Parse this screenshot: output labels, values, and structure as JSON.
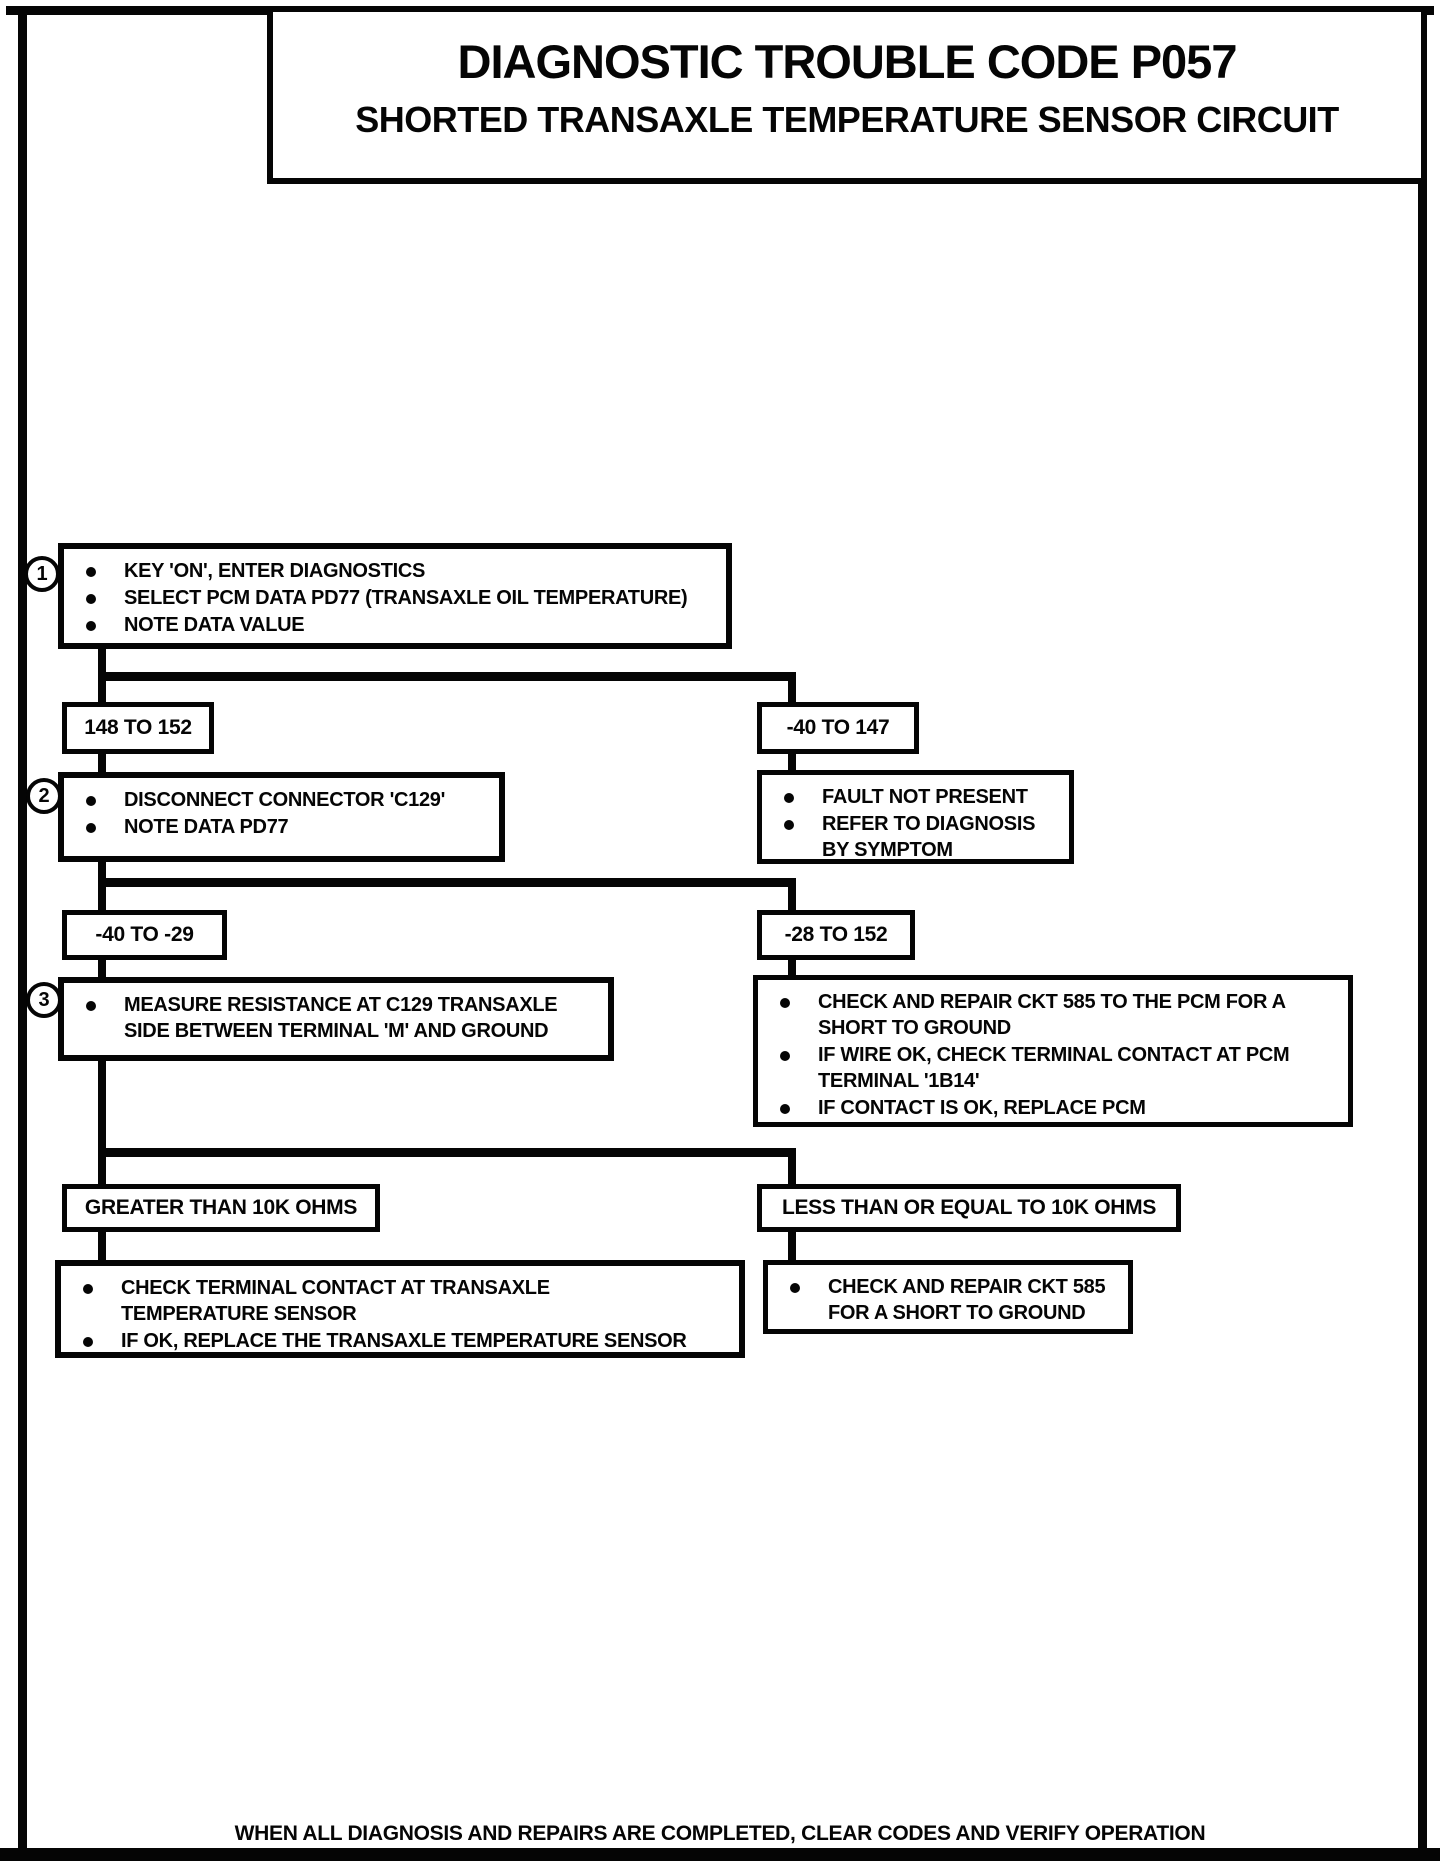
{
  "page": {
    "title_line1": "DIAGNOSTIC TROUBLE CODE P057",
    "title_line2": "SHORTED TRANSAXLE TEMPERATURE SENSOR CIRCUIT",
    "footer": "WHEN ALL DIAGNOSIS AND REPAIRS ARE COMPLETED, CLEAR CODES AND VERIFY OPERATION"
  },
  "flow": {
    "step1": {
      "number": "1",
      "items": [
        "KEY 'ON', ENTER DIAGNOSTICS",
        "SELECT PCM DATA PD77 (TRANSAXLE OIL TEMPERATURE)",
        "NOTE DATA VALUE"
      ]
    },
    "range_148_152": "148 TO 152",
    "range_minus40_147": "-40 TO 147",
    "step2": {
      "number": "2",
      "items": [
        "DISCONNECT CONNECTOR 'C129'",
        "NOTE DATA PD77"
      ]
    },
    "fault_not_present": {
      "items": [
        "FAULT NOT PRESENT",
        "REFER TO DIAGNOSIS\nBY SYMPTOM"
      ]
    },
    "range_minus40_minus29": "-40 TO -29",
    "range_minus28_152": "-28 TO 152",
    "step3": {
      "number": "3",
      "items": [
        "MEASURE RESISTANCE AT C129 TRANSAXLE\nSIDE BETWEEN TERMINAL 'M' AND GROUND"
      ]
    },
    "repair_ckt585_pcm": {
      "items": [
        "CHECK AND REPAIR CKT 585 TO THE PCM FOR A\nSHORT TO GROUND",
        "IF WIRE OK, CHECK TERMINAL CONTACT AT PCM\nTERMINAL '1B14'",
        "IF CONTACT IS OK, REPLACE PCM"
      ]
    },
    "range_gt_10k": "GREATER THAN 10K OHMS",
    "range_le_10k": "LESS THAN OR EQUAL TO 10K OHMS",
    "sensor_check": {
      "items": [
        "CHECK TERMINAL CONTACT AT TRANSAXLE\nTEMPERATURE SENSOR",
        "IF OK, REPLACE THE TRANSAXLE TEMPERATURE SENSOR"
      ]
    },
    "repair_ckt585_ground": {
      "items": [
        "CHECK AND REPAIR CKT 585\nFOR A SHORT TO GROUND"
      ]
    }
  },
  "colors": {
    "ink": "#050505",
    "paper": "#ffffff"
  }
}
